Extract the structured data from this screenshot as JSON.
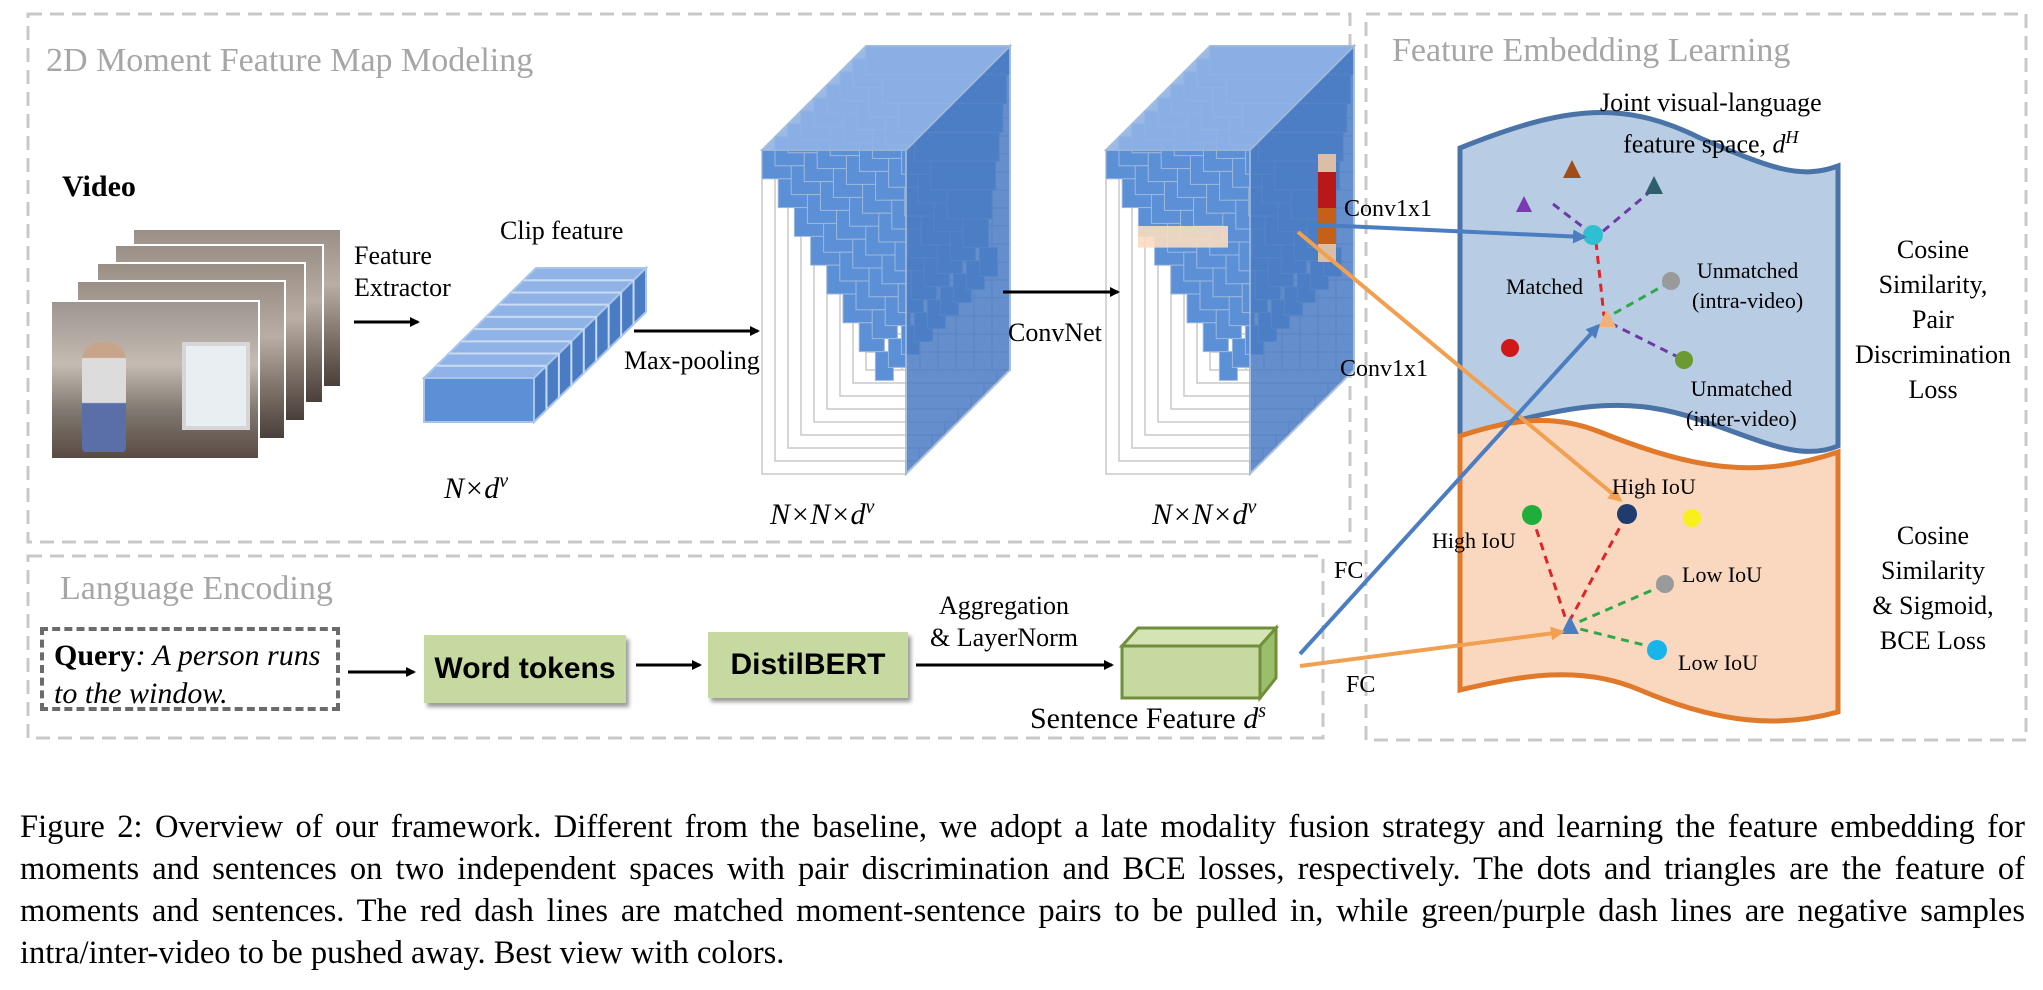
{
  "sections": {
    "moment": "2D Moment Feature Map Modeling",
    "embedding": "Feature Embedding Learning",
    "language": "Language Encoding"
  },
  "video": {
    "title": "Video",
    "feature_extractor": [
      "Feature",
      "Extractor"
    ],
    "clip_feature": "Clip feature",
    "max_pooling": "Max-pooling",
    "convnet": "ConvNet",
    "dim_clip": "N×d",
    "dim_map": "N×N×d",
    "sup_v": "v"
  },
  "language": {
    "query_bold": "Query",
    "query_rest": ": A person runs to the window.",
    "word_tokens": "Word tokens",
    "distilbert": "DistilBERT",
    "aggregation": [
      "Aggregation",
      "& LayerNorm"
    ],
    "sentence_feature": "Sentence Feature",
    "sentence_sym": "d",
    "sentence_sup": "s"
  },
  "connections": {
    "conv1": "Conv1x1",
    "conv2": "Conv1x1",
    "fc1": "FC",
    "fc2": "FC"
  },
  "embedding": {
    "joint_space": [
      "Joint visual-language",
      "feature space, "
    ],
    "joint_sym": "d",
    "joint_sup": "H",
    "matched": "Matched",
    "unmatched_intra": [
      "Unmatched",
      "(intra-video)"
    ],
    "unmatched_inter": [
      "Unmatched",
      "(inter-video)"
    ],
    "high_iou_1": "High IoU",
    "high_iou_2": "High IoU",
    "low_iou_1": "Low IoU",
    "low_iou_2": "Low IoU",
    "loss_top": [
      "Cosine",
      "Similarity,",
      "Pair",
      "Discrimination",
      "Loss"
    ],
    "loss_bottom": [
      "Cosine",
      "Similarity",
      "& Sigmoid,",
      "BCE Loss"
    ]
  },
  "colors": {
    "blue_block": "#5b8fd6",
    "blue_space": "#b8cde3",
    "blue_border": "#4a73a8",
    "orange_space": "#fad8bf",
    "orange_border": "#e07a2a",
    "green_box": "#c6d9a0",
    "red_dash": "#e0252a",
    "green_dash": "#2fa84a",
    "purple_dash": "#6d3aa8"
  },
  "caption": "Figure 2: Overview of our framework. Different from the baseline, we adopt a late modality fusion strategy and learning the feature embedding for moments and sentences on two independent spaces with pair discrimination and BCE losses, respectively. The dots and triangles are the feature of moments and sentences. The red dash lines are matched moment-sentence pairs to be pulled in, while green/purple dash lines are negative samples intra/inter-video to be pushed away. Best view with colors."
}
